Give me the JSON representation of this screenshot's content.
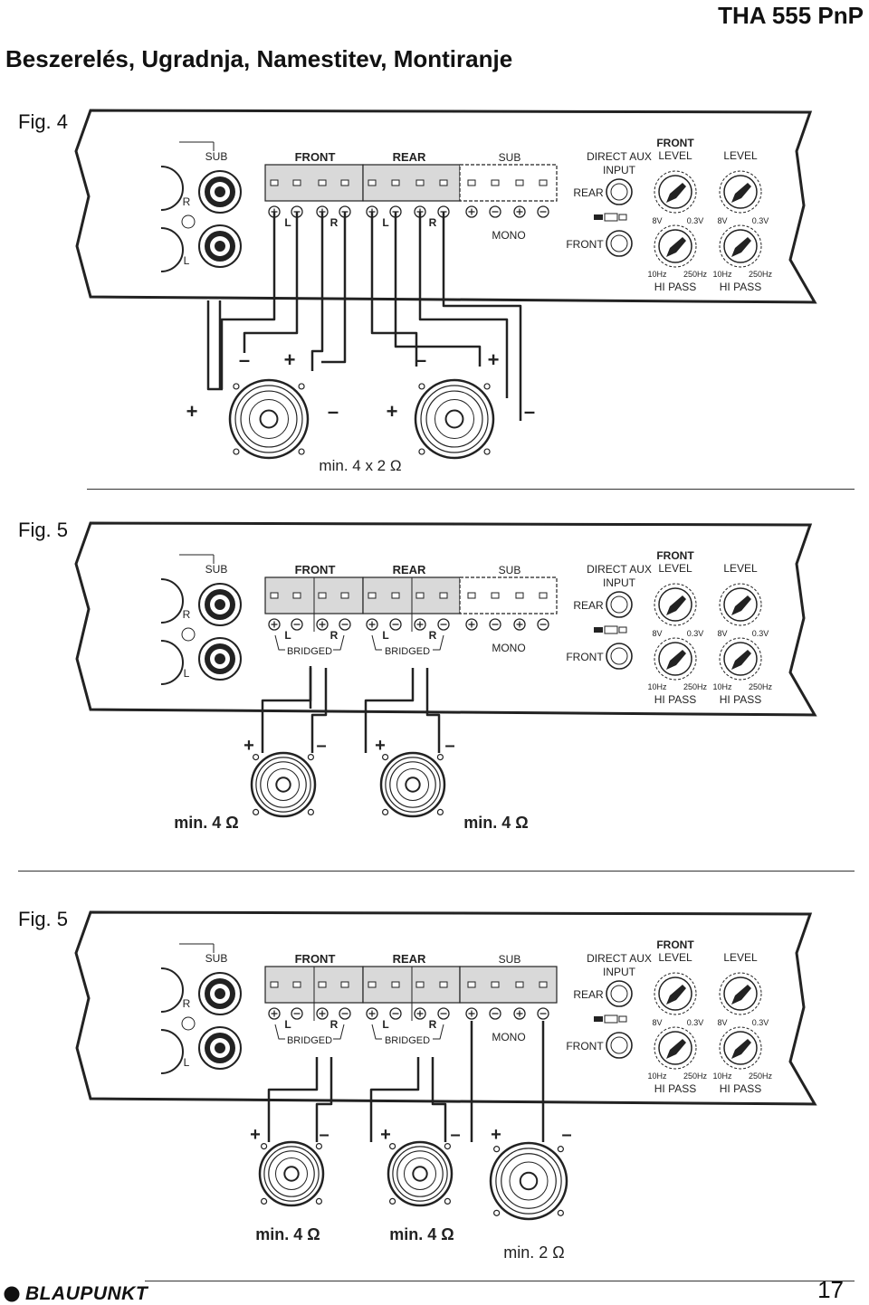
{
  "header": {
    "model": "THA 555 PnP",
    "title": "Beszerelés, Ugradnja, Namestitev, Montiranje"
  },
  "footer": {
    "brand": "BLAUPUNKT",
    "page": "17"
  },
  "panel_labels": {
    "sub": "SUB",
    "front": "FRONT",
    "rear": "REAR",
    "sub_out": "SUB",
    "r": "R",
    "l": "L",
    "mono": "MONO",
    "bridged": "BRIDGED",
    "direct_aux": "DIRECT AUX",
    "input": "INPUT",
    "rear_in": "REAR",
    "front_in": "FRONT",
    "front_level_top": "FRONT",
    "level": "LEVEL",
    "level2": "LEVEL",
    "v8": "8V",
    "v03": "0.3V",
    "hz10": "10Hz",
    "hz250": "250Hz",
    "hi_pass": "HI PASS"
  },
  "figures": [
    {
      "label": "Fig. 4",
      "bridged": false,
      "sub_shaded": false,
      "polarity": [
        "–",
        "+",
        "–",
        "+",
        "+",
        "–",
        "+",
        "–"
      ],
      "impedance": [
        "min. 4 x 2 Ω"
      ]
    },
    {
      "label": "Fig. 5",
      "bridged": true,
      "sub_shaded": false,
      "polarity": [
        "+",
        "–",
        "+",
        "–"
      ],
      "impedance": [
        "min. 4 Ω",
        "min. 4 Ω"
      ]
    },
    {
      "label": "Fig. 5",
      "bridged": true,
      "sub_shaded": true,
      "polarity": [
        "+",
        "–",
        "+",
        "–",
        "+",
        "–"
      ],
      "impedance": [
        "min. 4 Ω",
        "min. 4 Ω",
        "min. 2 Ω"
      ]
    }
  ],
  "colors": {
    "ink": "#222222",
    "shade": "#d9d9d9",
    "panel_fill": "#ffffff"
  }
}
